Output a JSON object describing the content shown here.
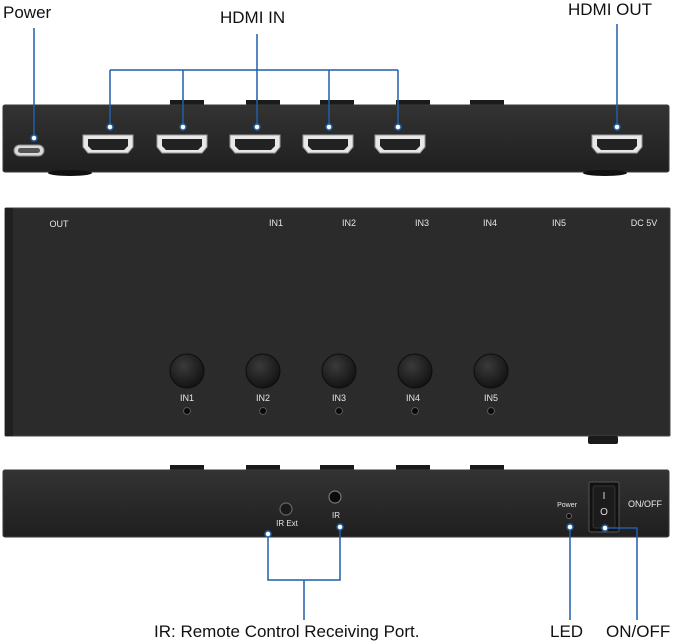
{
  "callouts": {
    "power": "Power",
    "hdmi_in": "HDMI IN",
    "hdmi_out": "HDMI OUT",
    "ir_port": "IR: Remote Control Receiving Port.",
    "led": "LED",
    "on_off": "ON/OFF"
  },
  "top_panel": {
    "labels": [
      "OUT",
      "IN1",
      "IN2",
      "IN3",
      "IN4",
      "IN5",
      "DC 5V"
    ]
  },
  "front_panel": {
    "buttons": [
      "IN1",
      "IN2",
      "IN3",
      "IN4",
      "IN5"
    ]
  },
  "back_panel": {
    "ir_ext": "IR Ext",
    "ir": "IR",
    "power_led": "Power",
    "switch_on": "I",
    "switch_off": "O",
    "switch_caption": "ON/OFF"
  },
  "colors": {
    "device_body": "#262626",
    "device_edge": "#3a3a3a",
    "callout_line": "#1f5fa8",
    "callout_dot": "#ffffff",
    "port_metal": "#e8e8e8"
  }
}
